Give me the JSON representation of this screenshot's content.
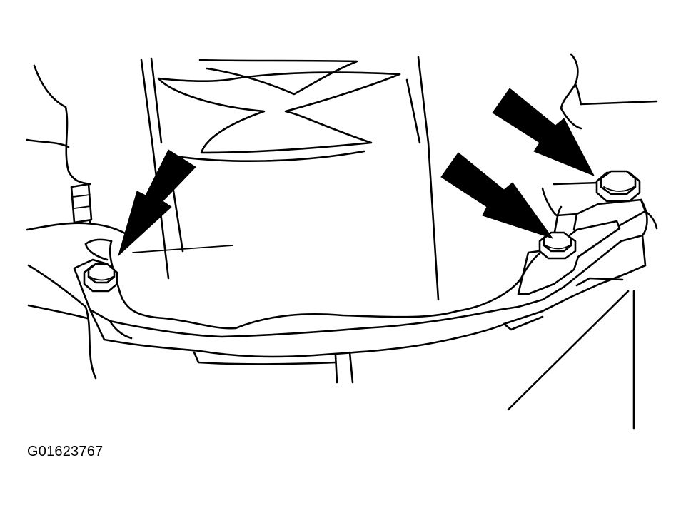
{
  "figure": {
    "id_label": "G01623767",
    "callouts": [
      "bolt-left",
      "bolt-center",
      "bolt-right"
    ],
    "ink_color": "#000000",
    "background_color": "#ffffff"
  }
}
